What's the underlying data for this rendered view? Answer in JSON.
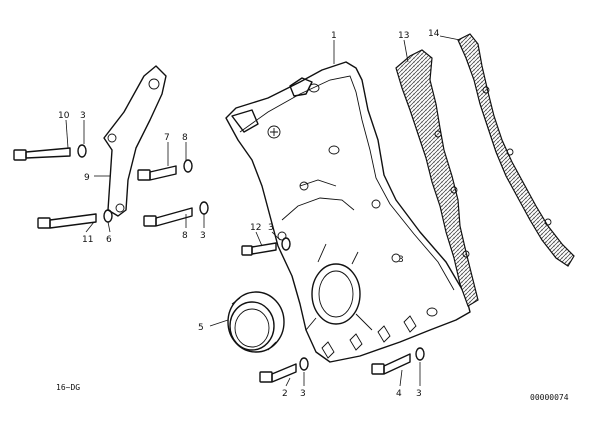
{
  "callouts": {
    "c1": "1",
    "c2": "2",
    "c3a": "3",
    "c3b": "3",
    "c3c": "3",
    "c3d": "3",
    "c3e": "3",
    "c3f": "3",
    "c4": "4",
    "c5": "5",
    "c6": "6",
    "c7": "7",
    "c8a": "8",
    "c8b": "8",
    "c9": "9",
    "c10": "10",
    "c11": "11",
    "c12": "12",
    "c13": "13",
    "c14": "14"
  },
  "group_label": "16~DG",
  "diagram_id": "00000074"
}
